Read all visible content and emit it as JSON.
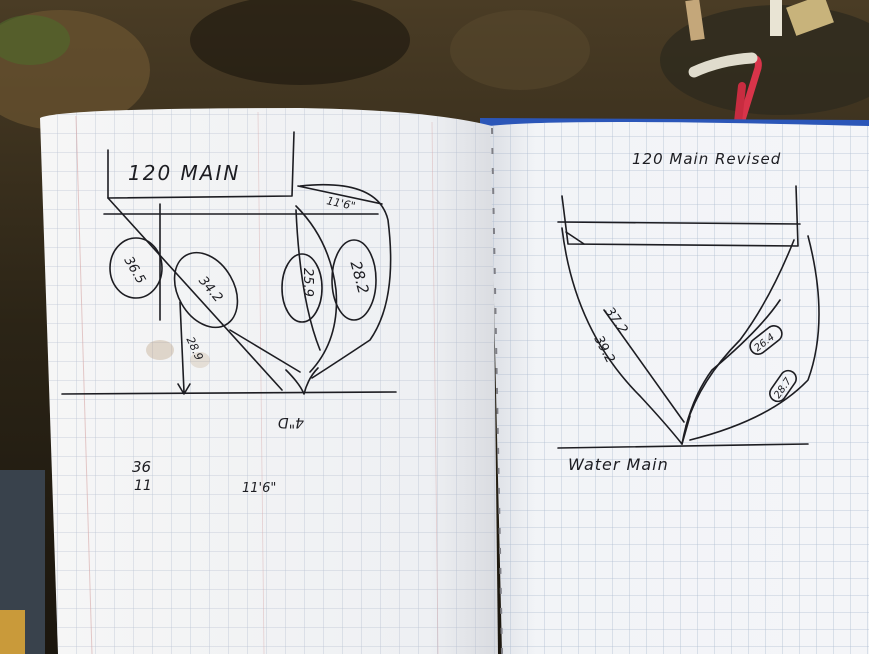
{
  "left_page": {
    "title": "120 MAIN",
    "dim_top": "11'6\"",
    "zone_a": "36.5",
    "zone_b": "34.2",
    "zone_c": "25.9",
    "zone_d": "28.2",
    "dim_side": "28.9",
    "pipe_size": "4\"D",
    "note_1": "36",
    "note_2": "11",
    "note_3": "11'6\""
  },
  "right_page": {
    "title": "120 Main Revised",
    "zone_a": "37.2",
    "zone_b": "39.2",
    "zone_c": "26.4",
    "zone_d": "28.7",
    "baseline_label": "Water Main"
  },
  "colors": {
    "paper": "#f1f2f4",
    "grid": "#a9b4c8",
    "ink": "#1d1d22",
    "shovel_handle": "#e0dccd",
    "shovel_red": "#d8344a"
  }
}
